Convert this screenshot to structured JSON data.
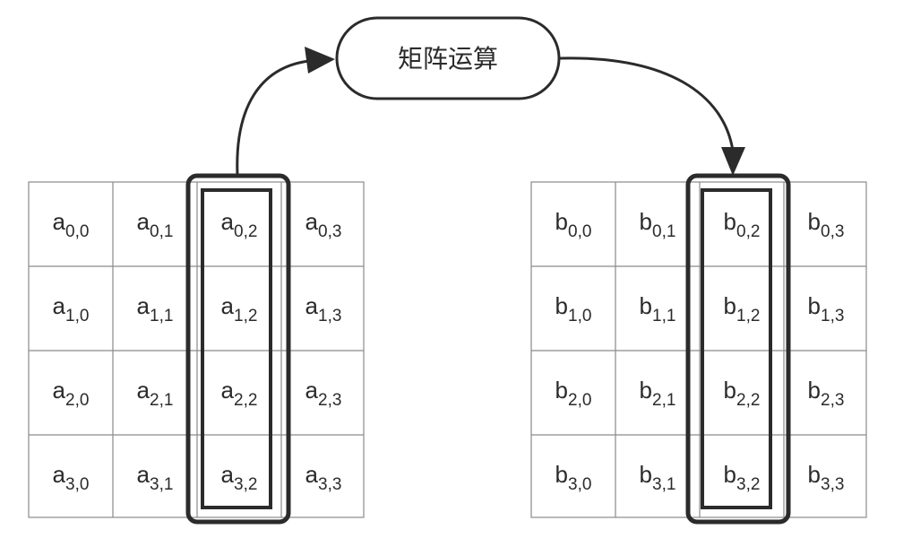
{
  "operation_label": "矩阵运算",
  "matrix_a": {
    "symbol": "a",
    "highlighted_column": 2,
    "cells": [
      [
        {
          "base": "a",
          "sub": "0,0"
        },
        {
          "base": "a",
          "sub": "0,1"
        },
        {
          "base": "a",
          "sub": "0,2"
        },
        {
          "base": "a",
          "sub": "0,3"
        }
      ],
      [
        {
          "base": "a",
          "sub": "1,0"
        },
        {
          "base": "a",
          "sub": "1,1"
        },
        {
          "base": "a",
          "sub": "1,2"
        },
        {
          "base": "a",
          "sub": "1,3"
        }
      ],
      [
        {
          "base": "a",
          "sub": "2,0"
        },
        {
          "base": "a",
          "sub": "2,1"
        },
        {
          "base": "a",
          "sub": "2,2"
        },
        {
          "base": "a",
          "sub": "2,3"
        }
      ],
      [
        {
          "base": "a",
          "sub": "3,0"
        },
        {
          "base": "a",
          "sub": "3,1"
        },
        {
          "base": "a",
          "sub": "3,2"
        },
        {
          "base": "a",
          "sub": "3,3"
        }
      ]
    ]
  },
  "matrix_b": {
    "symbol": "b",
    "highlighted_column": 2,
    "cells": [
      [
        {
          "base": "b",
          "sub": "0,0"
        },
        {
          "base": "b",
          "sub": "0,1"
        },
        {
          "base": "b",
          "sub": "0,2"
        },
        {
          "base": "b",
          "sub": "0,3"
        }
      ],
      [
        {
          "base": "b",
          "sub": "1,0"
        },
        {
          "base": "b",
          "sub": "1,1"
        },
        {
          "base": "b",
          "sub": "1,2"
        },
        {
          "base": "b",
          "sub": "1,3"
        }
      ],
      [
        {
          "base": "b",
          "sub": "2,0"
        },
        {
          "base": "b",
          "sub": "2,1"
        },
        {
          "base": "b",
          "sub": "2,2"
        },
        {
          "base": "b",
          "sub": "2,3"
        }
      ],
      [
        {
          "base": "b",
          "sub": "3,0"
        },
        {
          "base": "b",
          "sub": "3,1"
        },
        {
          "base": "b",
          "sub": "3,2"
        },
        {
          "base": "b",
          "sub": "3,3"
        }
      ]
    ]
  }
}
